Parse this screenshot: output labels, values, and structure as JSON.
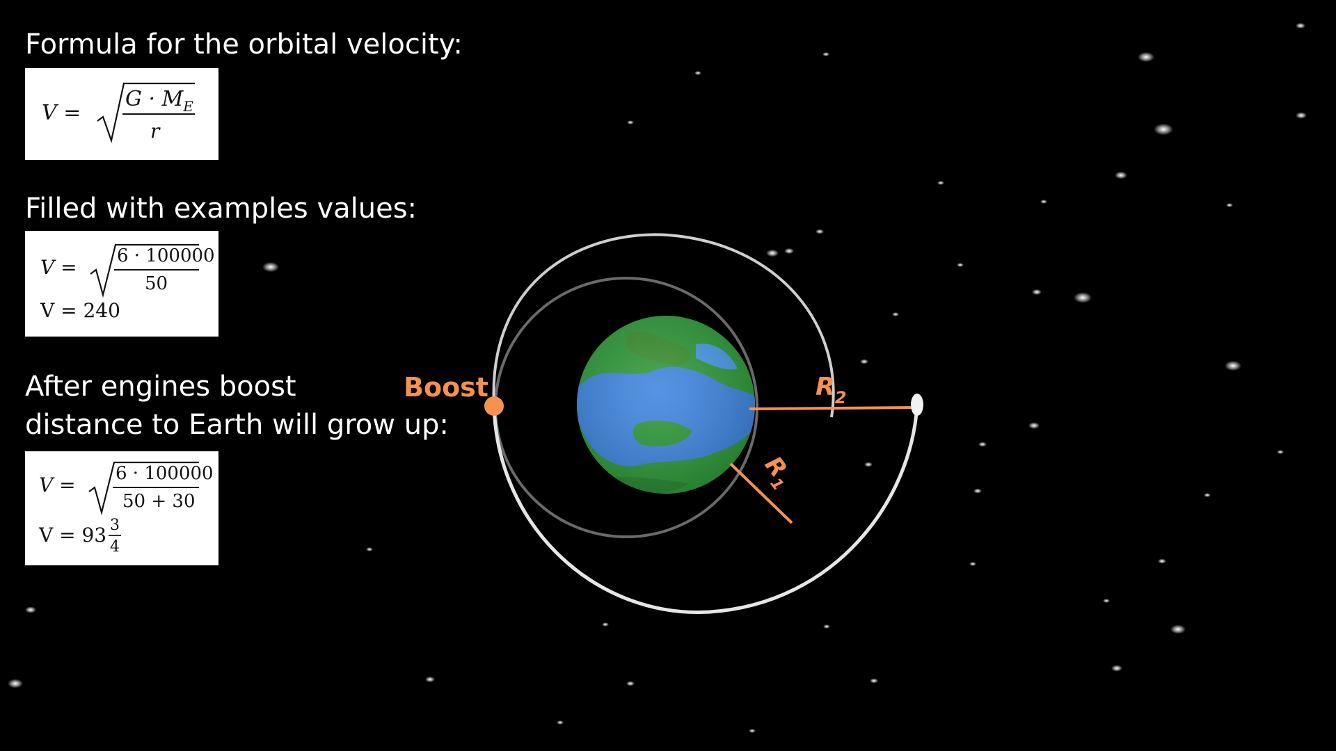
{
  "headings": {
    "formula": "Formula for the orbital velocity:",
    "example": "Filled with examples values:",
    "boost_line1": "After engines boost",
    "boost_line2": "distance to Earth will grow up:"
  },
  "formula1": {
    "lhs": "V =",
    "num": "G · M",
    "num_sub": "E",
    "den": "r"
  },
  "formula2": {
    "lhs": "V =",
    "num": "6 · 100000",
    "den": "50",
    "result": "V = 240"
  },
  "formula3": {
    "lhs": "V =",
    "num": "6 · 100000",
    "den": "50 + 30",
    "result_lhs": "V = 93",
    "frac_num": "3",
    "frac_den": "4"
  },
  "diagram": {
    "boost_label": "Boost",
    "r1_label": "R",
    "r1_sub": "1",
    "r2_label": "R",
    "r2_sub": "2",
    "colors": {
      "accent": "#f7914f",
      "orbit": "#d8d8d8",
      "ocean": "#3f86e0",
      "land": "#2f9a3a",
      "background": "#000000"
    }
  }
}
